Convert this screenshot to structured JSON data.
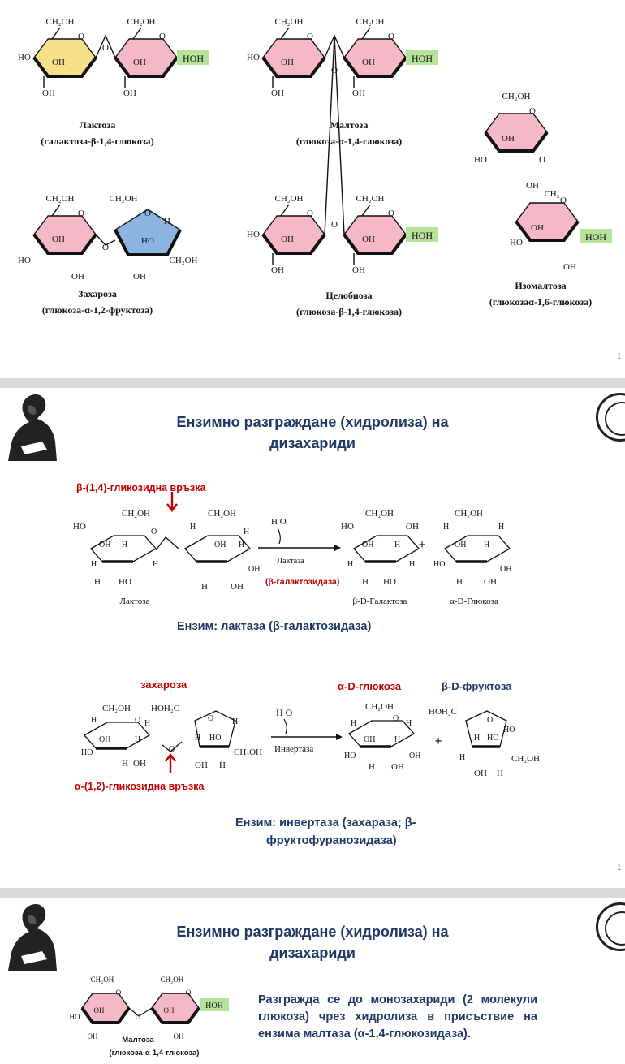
{
  "slide1": {
    "page_number": "1",
    "lactose": {
      "name": "Лактоза",
      "formula": "(галактоза-β-1,4-глюкоза)"
    },
    "maltose": {
      "name": "Малтоза",
      "formula": "(глюкоза-α-1,4-глюкоза)"
    },
    "isomaltose": {
      "name": "Изомалтоза",
      "formula": "(глюкозаα-1,6-глюкоза)"
    },
    "sucrose": {
      "name": "Захароза",
      "formula": "(глюкоза-α-1,2-фруктоза)"
    },
    "cellobiose": {
      "name": "Целобиоза",
      "formula": "(глюкоза-β-1,4-глюкоза)"
    },
    "labels": {
      "ch2oh": "CH₂OH",
      "ch2": "CH₂",
      "ho": "HO",
      "oh": "OH",
      "hoh": "HOH",
      "o": "O",
      "h": "H",
      "ho_mid": "HO",
      "ch2oh_r": "CH₂OH"
    },
    "colors": {
      "galactose": "#f7e08c",
      "glucose": "#f5b8c9",
      "fructose": "#8cb4e0",
      "hoh_box": "#b7e29a"
    }
  },
  "slide2": {
    "title_line1": "Ензимно разграждане (хидролиза) на",
    "title_line2": "дизахариди",
    "bond1": "β-(1,4)-гликозидна връзка",
    "water": "H O",
    "lactase": "Лактаза",
    "lactase_sub": "(β-галактозидаза)",
    "lactose_label": "Лактоза",
    "galactose_label": "β-D-Галактоза",
    "glucose_label": "α-D-Глюкоза",
    "enzyme1": "Ензим: лактаза (β-галактозидаза)",
    "sucrose_label": "захароза",
    "a_glucose": "α-D-глюкоза",
    "b_fructose": "β-D-фруктоза",
    "invertase": "Инвертаза",
    "bond2": "α-(1,2)-гликозидна връзка",
    "enzyme2_line1": "Ензим: инвертаза (захараза; β-",
    "enzyme2_line2": "фруктофуранозидаза)",
    "plus": "+",
    "page_number": "1",
    "atoms": {
      "ch2oh": "CH₂OH",
      "hoh2c": "HOH₂C",
      "oh": "OH",
      "ho": "HO",
      "h": "H",
      "o": "O"
    }
  },
  "slide3": {
    "title_line1": "Ензимно разграждане (хидролиза) на",
    "title_line2": "дизахариди",
    "maltose_name": "Малтоза",
    "maltose_formula": "(глюкоза-α-1,4-глюкоза)",
    "description": "Разгражда се до монозахариди (2 молекули глюкоза) чрез хидролиза в присъствие на ензима малтаза (α-1,4-глюкозидаза)."
  }
}
